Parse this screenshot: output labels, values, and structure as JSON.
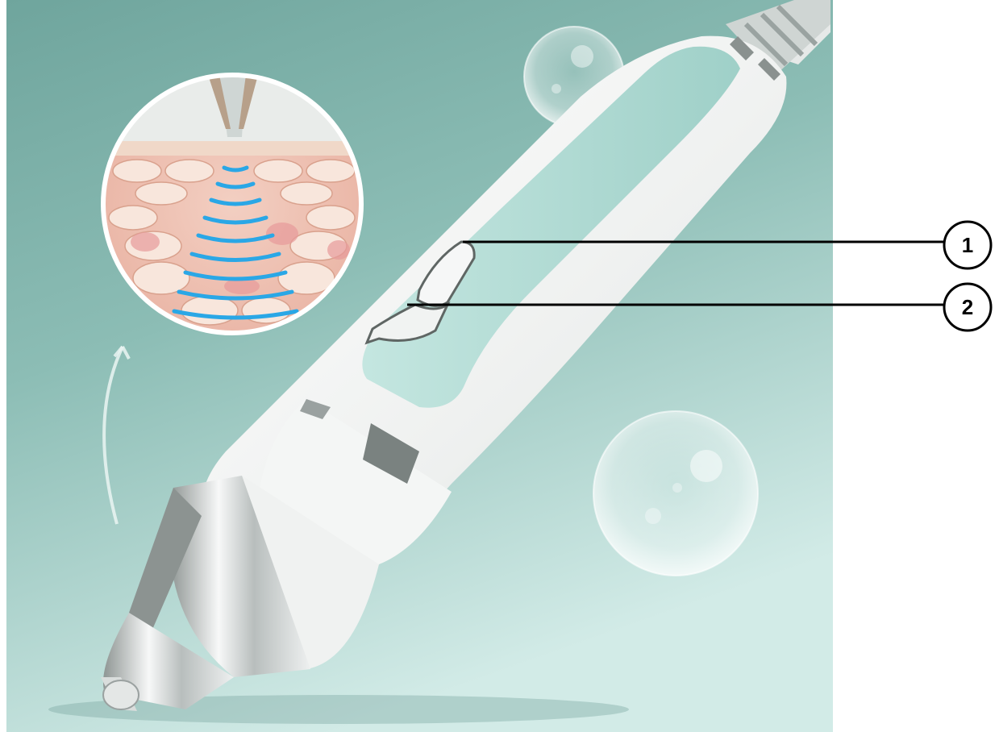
{
  "image": {
    "subject": "handheld-ultrasonic-skin-device",
    "background_colors": [
      "#7fb0a8",
      "#cfe6e2"
    ],
    "accent_color": "#a9d6cf",
    "body_color": "#f4f5f4",
    "wave_color": "#2aa7e6"
  },
  "callouts": [
    {
      "label": "1",
      "target": "upper-button"
    },
    {
      "label": "2",
      "target": "lower-button"
    }
  ]
}
